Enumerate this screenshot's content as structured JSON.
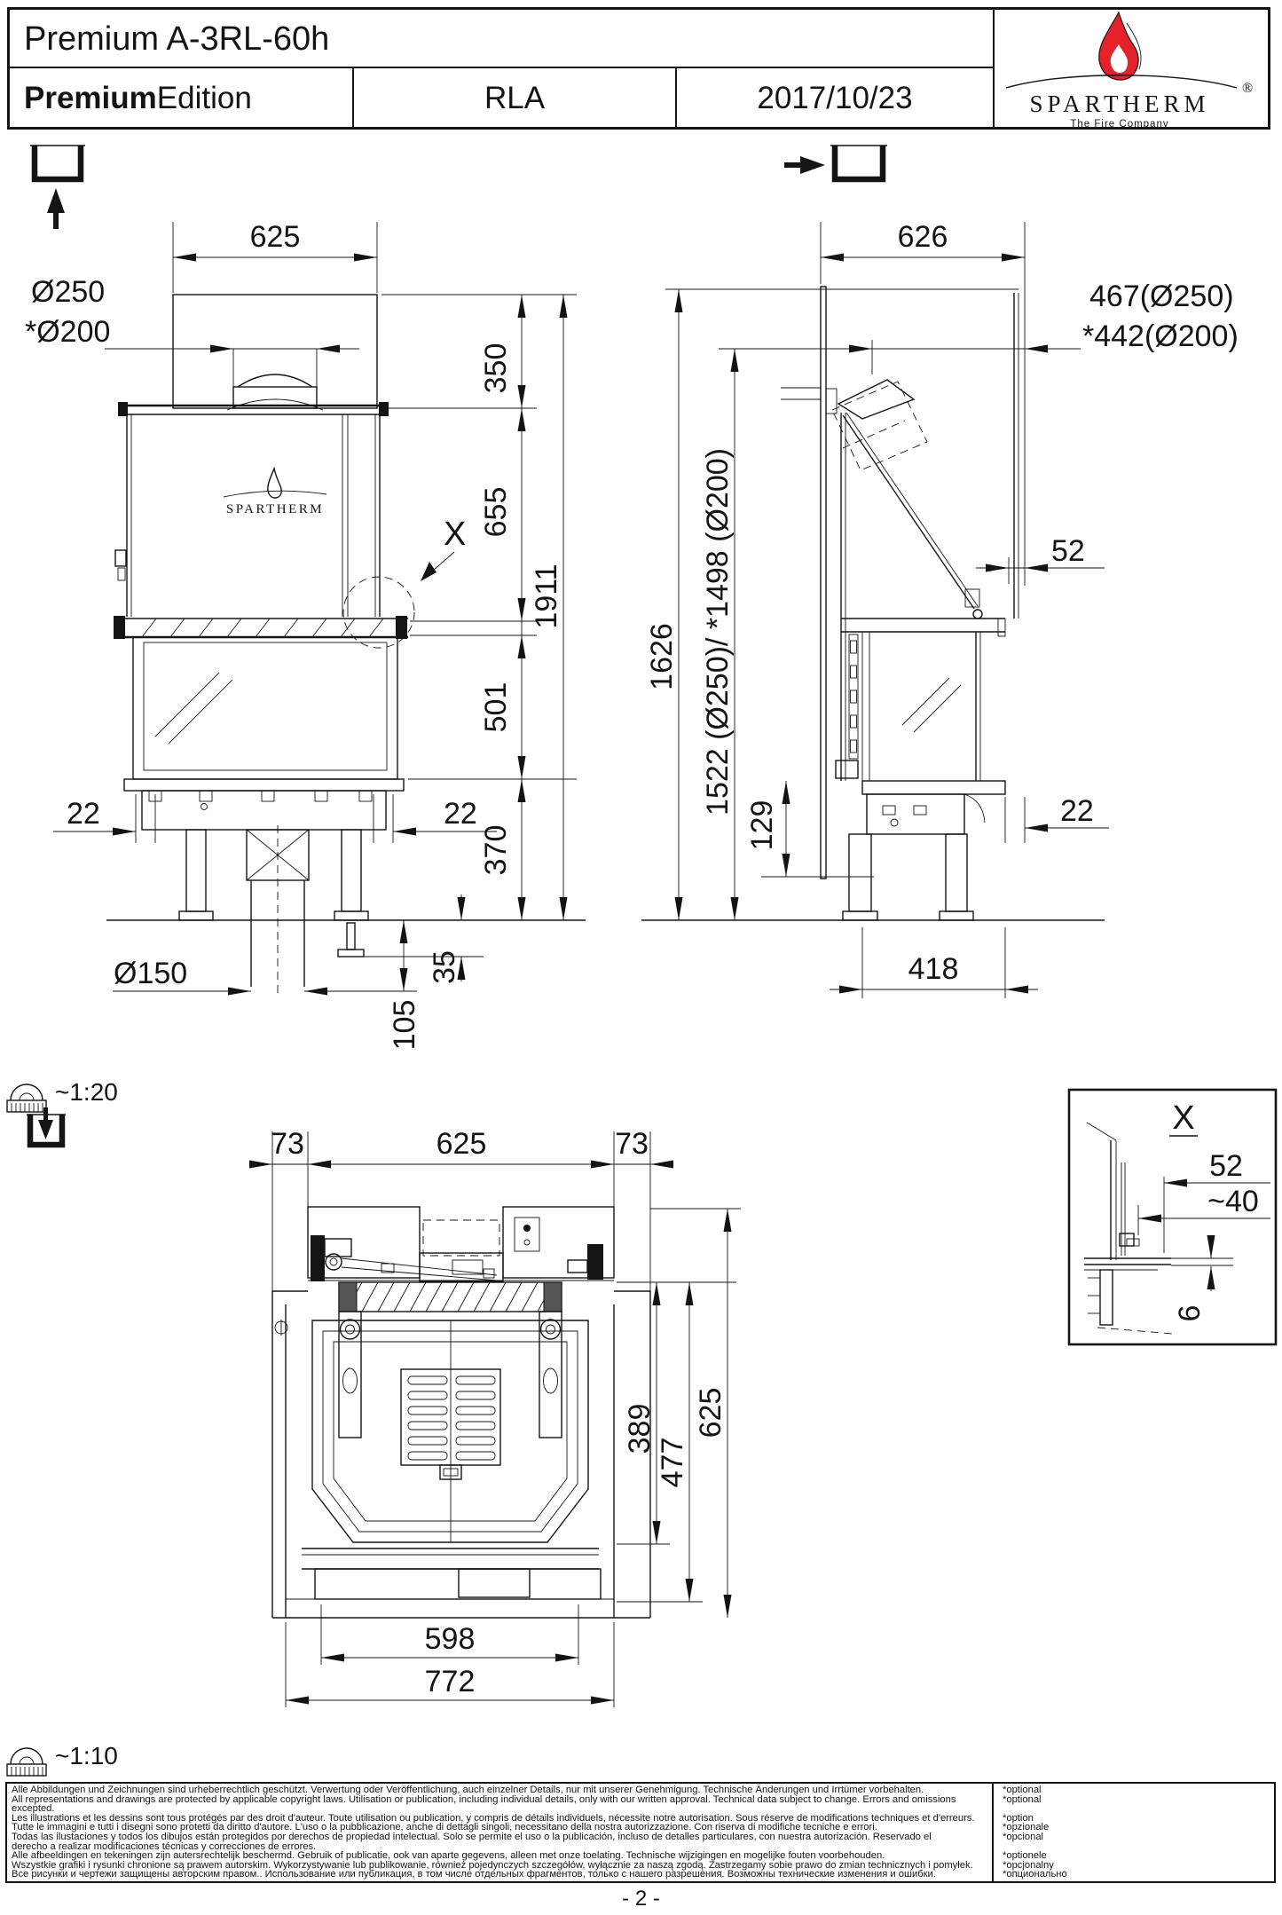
{
  "header": {
    "title": "Premium A-3RL-60h",
    "edition_bold": "Premium",
    "edition_rest": "Edition",
    "code": "RLA",
    "date": "2017/10/23",
    "logo": {
      "brand": "SPARTHERM",
      "registered": "®",
      "tagline": "The Fire Company",
      "flame_color": "#e5212b"
    }
  },
  "front_view": {
    "width_top": "625",
    "flue_d1": "Ø250",
    "flue_d2": "*Ø200",
    "h_hood": "350",
    "h_upper": "655",
    "h_total": "1911",
    "h_glass": "501",
    "h_base": "370",
    "off_left": "22",
    "off_right": "22",
    "air_duct": "Ø150",
    "h_105": "105",
    "h_35": "35",
    "detail_ref": "X",
    "logo_brand": "SPARTHERM"
  },
  "side_view": {
    "depth_top": "626",
    "flue_pos1": "467(Ø250)",
    "flue_pos2": "*442(Ø200)",
    "strut_off": "52",
    "h_total": "1626",
    "h_flue": "1522 (Ø250)/ *1498 (Ø200)",
    "h_129": "129",
    "off_22": "22",
    "base_depth": "418"
  },
  "plan_view": {
    "off_left": "73",
    "width": "625",
    "off_right": "73",
    "d_389": "389",
    "d_477": "477",
    "d_625": "625",
    "w_598": "598",
    "w_772": "772"
  },
  "detail_x": {
    "title": "X",
    "d_52": "52",
    "d_40": "~40",
    "d_6": "6"
  },
  "scales": {
    "front": "~1:20",
    "plan": "~1:10"
  },
  "footer": {
    "lines": [
      "Alle Abbildungen und Zeichnungen sind urheberrechtlich geschützt. Verwertung oder Veröffentlichung, auch einzelner Details, nur mit unserer Genehmigung. Technische Änderungen und Irrtümer vorbehalten.",
      "All representations and drawings are protected by applicable copyright laws. Utilisation or publication, including individual details, only with our written approval. Technical data subject to change. Errors and omissions",
      "excepted.",
      "Les illustrations et les dessins sont tous protégés par des droit d'auteur. Toute utilisation ou publication, y compris de détails individuels, nécessite notre autorisation. Sous réserve de modifications techniques et d'erreurs.",
      "Tutte le immagini e tutti i disegni sono protetti da diritto d'autore. L'uso o la pubblicazione, anche di dettagli singoli, necessitano della nostra autorizzazione.  Con riserva di modifiche tecniche e errori.",
      "Todas las ilustaciones y todos los dibujos están protegidos por derechos de propiedad intelectual. Solo se permite el uso o la publicación, incluso de detalles particulares, con nuestra autorización. Reservado el",
      "derecho a realizar modificaciones técnicas y correcciones de errores.",
      "Alle afbeeldingen en tekeningen zijn autersrechtelijk beschermd. Gebruik of publicatie, ook van aparte gegevens, alleen met onze toelating. Technische wijzigingen en mogelijke fouten voorbehouden.",
      "Wszystkie grafiki i rysunki chronione są prawem autorskim. Wykorzystywanie lub publikowanie, również pojedynczych szczegółów, wyłącznie za naszą zgodą. Zastrzegamy sobie prawo do zmian technicznych i pomyłek.",
      "Все рисунки и чертежи защищены авторским правом.. Использование или публикация, в том числе отдельных фрагментов, только с нашего разрешения. Возможны технические изменения и ошибки."
    ],
    "optional": [
      "*optional",
      "*optional",
      "",
      "*option",
      "*opzionale",
      "*opcional",
      "",
      "*optionele",
      "*opcjonalny",
      "*опционально"
    ]
  },
  "page_number": "- 2 -"
}
